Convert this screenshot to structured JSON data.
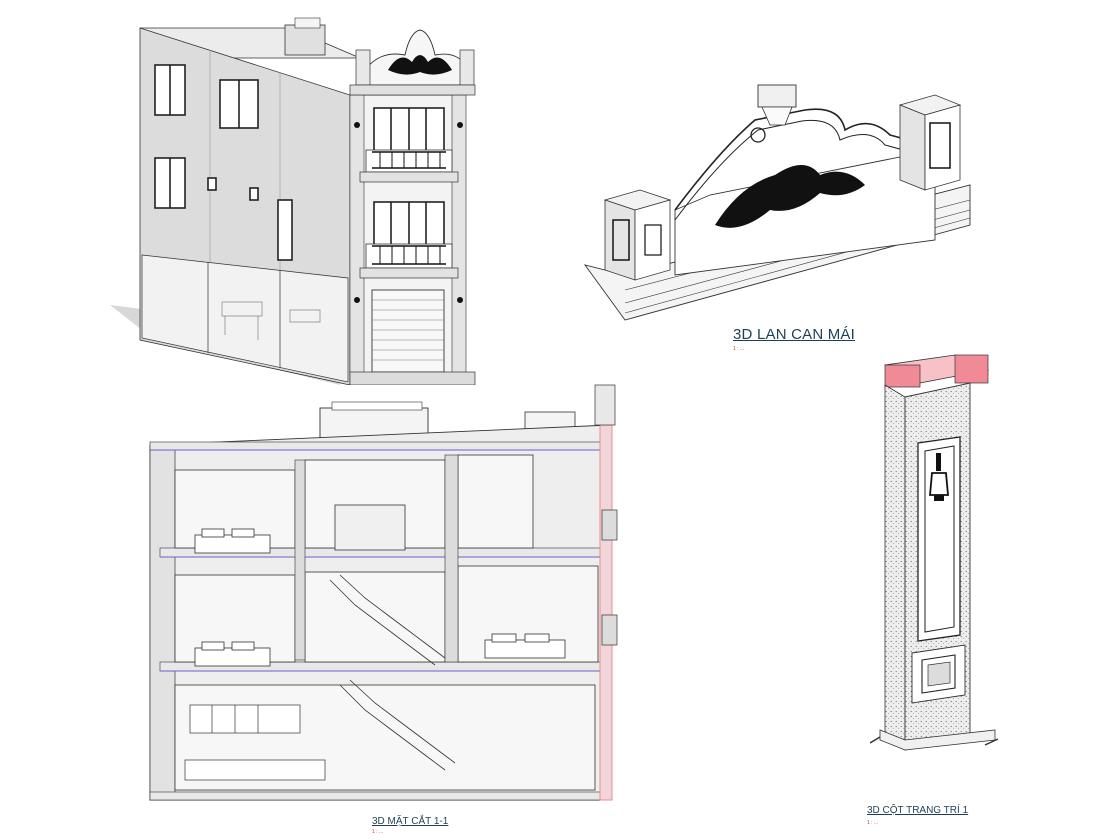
{
  "views": {
    "facade": {
      "label": ""
    },
    "parapet": {
      "caption": "3D LAN CAN MÁI",
      "scale_note": "1 : ..."
    },
    "section": {
      "caption": "3D MẶT CẮT 1-1",
      "scale_note": "1 : ..."
    },
    "column": {
      "caption": "3D CỘT TRANG TRÍ 1",
      "scale_note": "1 : ..."
    }
  },
  "colors": {
    "line": "#2a2a2a",
    "wall_light": "#f1f1f1",
    "wall_mid": "#d9d9d9",
    "wall_dark": "#b4b4b4",
    "ornament": "#111111",
    "cut_accent": "#ee8a94",
    "slab_line": "#6b5fc9",
    "caption": "#1d3f54"
  }
}
